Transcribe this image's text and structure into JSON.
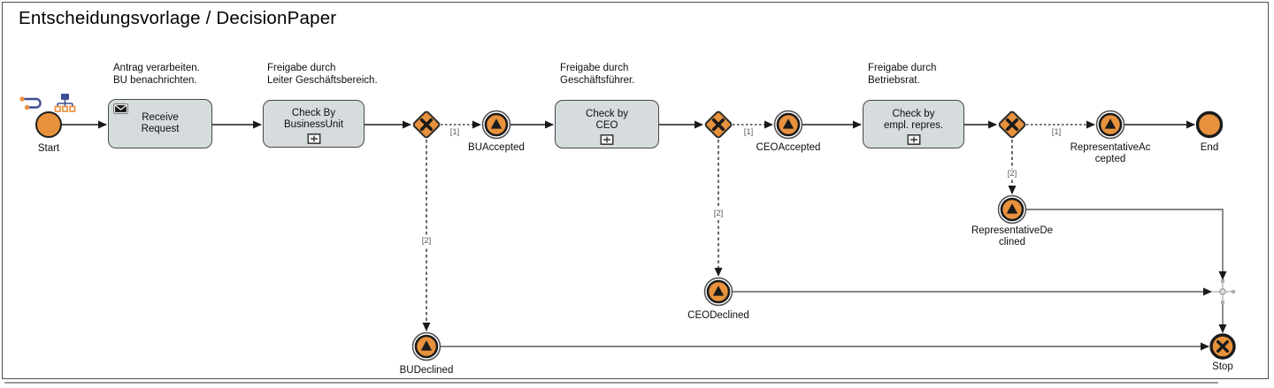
{
  "title": "Entscheidungsvorlage / DecisionPaper",
  "colors": {
    "node_orange": "#E8923D",
    "task_fill": "#D6DBDE",
    "task_border": "#474747",
    "flow_black": "#1A1A1A",
    "flow_label_gray": "#5A5A5A",
    "icon_blue": "#3C4F8F"
  },
  "annotations": [
    "Antrag verarbeiten.\nBU benachrichten.",
    "Freigabe durch\nLeiter Geschäftsbereich.",
    "Freigabe durch\nGeschäftsführer.",
    "Freigabe durch\nBetriebsrat."
  ],
  "tasks": [
    {
      "label": "Receive\nRequest",
      "icon": "message-icon"
    },
    {
      "label": "Check By\nBusinessUnit",
      "marker": "subprocess-plus"
    },
    {
      "label": "Check by\nCEO",
      "marker": "subprocess-plus"
    },
    {
      "label": "Check by\nempl. repres.",
      "marker": "subprocess-plus"
    }
  ],
  "events": {
    "start": "Start",
    "bu_accepted": "BUAccepted",
    "ceo_accepted": "CEOAccepted",
    "rep_accepted": "RepresentativeAc\ncepted",
    "end": "End",
    "bu_declined": "BUDeclined",
    "ceo_declined": "CEODeclined",
    "rep_declined": "RepresentativeDe\nclined",
    "stop": "Stop"
  },
  "flow_labels": {
    "accept": "[1]",
    "decline": "[2]"
  }
}
